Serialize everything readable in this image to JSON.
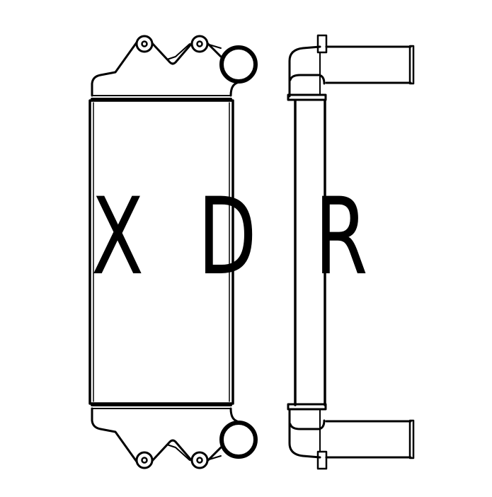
{
  "diagram": {
    "subject": "intercooler technical line drawing",
    "views": [
      "front-view",
      "side-view"
    ],
    "stroke_color": "#000000",
    "background_color": "#ffffff"
  },
  "watermark": {
    "letters": [
      "X",
      "D",
      "R"
    ],
    "color": "#000000"
  }
}
